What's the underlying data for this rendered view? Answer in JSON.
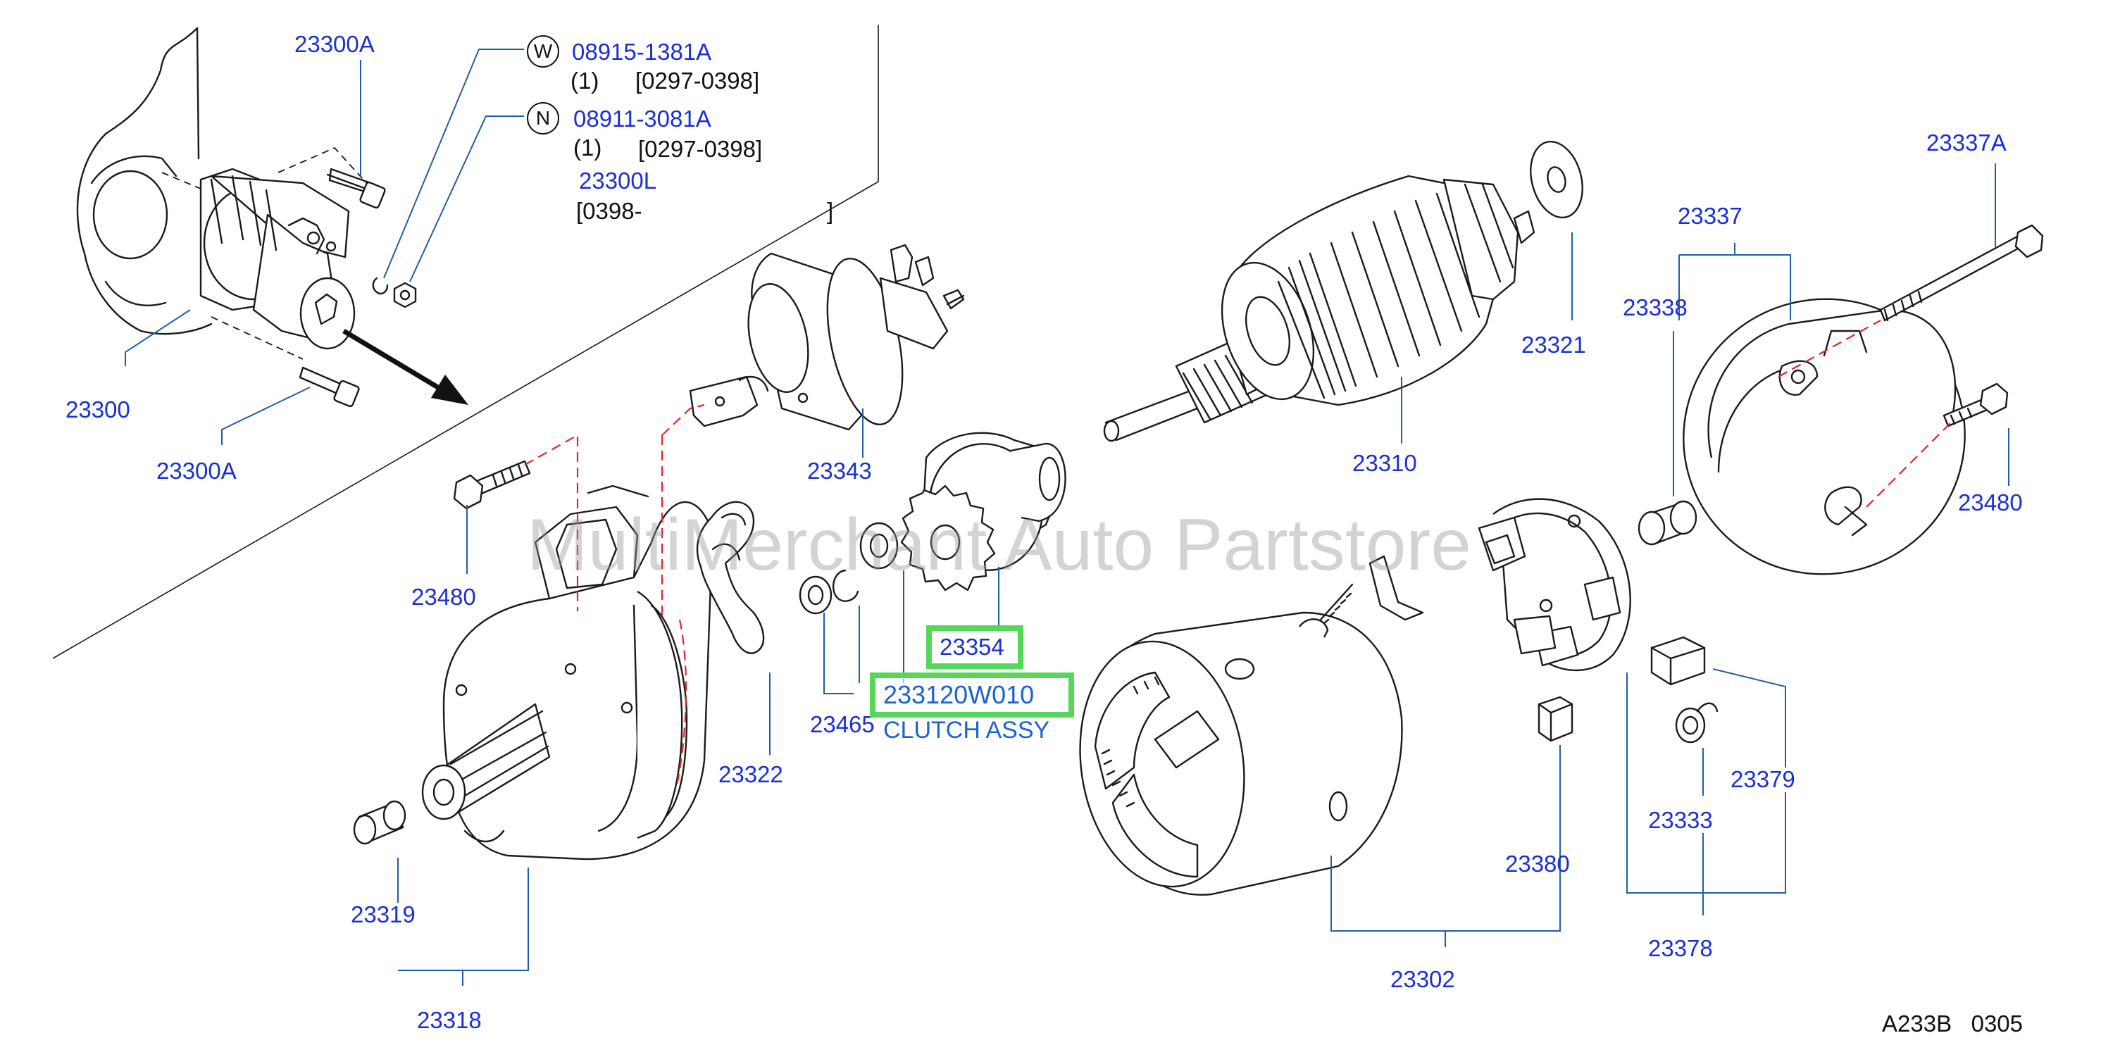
{
  "watermark": "MultiMerchant Auto Partstore",
  "diagram_code": "A233B   0305",
  "highlight": {
    "part_number": "233120W010",
    "part_name": "CLUTCH ASSY",
    "ref_part": "23354",
    "color": "#55d85a"
  },
  "inset": {
    "w_symbol": "W",
    "w_part": "08915-1381A",
    "w_qty": "(1)",
    "w_date": "[0297-0398]",
    "n_symbol": "N",
    "n_part": "08911-3081A",
    "n_qty": "(1)",
    "n_date": "[0297-0398]",
    "l_part": "23300L",
    "l_date_open": "[0398-",
    "l_date_close": "]"
  },
  "labels": {
    "p23300A_top": "23300A",
    "p23300": "23300",
    "p23300A_bottom": "23300A",
    "p23343": "23343",
    "p23310": "23310",
    "p23321": "23321",
    "p23337A": "23337A",
    "p23337": "23337",
    "p23338": "23338",
    "p23480_right": "23480",
    "p23480_left": "23480",
    "p23465": "23465",
    "p23322": "23322",
    "p23319": "23319",
    "p23318": "23318",
    "p23302": "23302",
    "p23380": "23380",
    "p23333": "23333",
    "p23379": "23379",
    "p23378": "23378"
  }
}
